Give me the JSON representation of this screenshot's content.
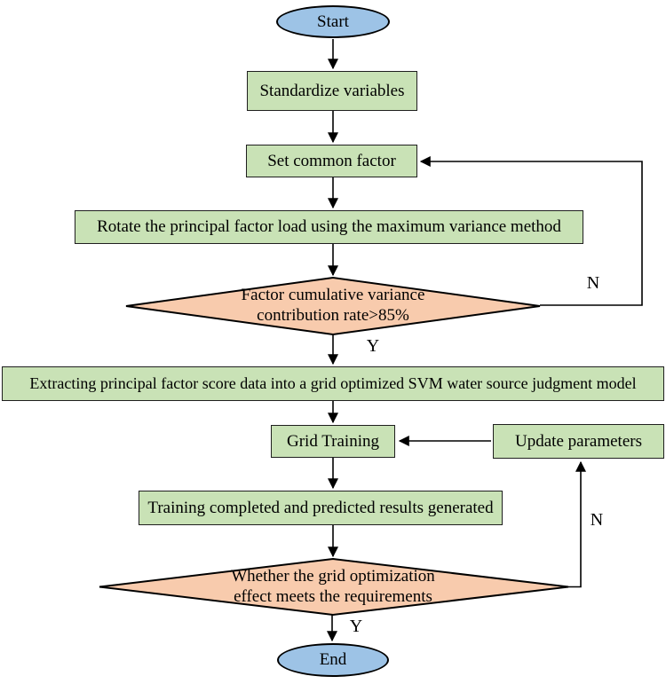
{
  "diagram": {
    "type": "flowchart",
    "background_color": "#ffffff",
    "colors": {
      "terminator_fill": "#9dc3e6",
      "process_fill": "#c9e2b6",
      "decision_fill": "#f8cbad",
      "line_color": "#000000"
    },
    "nodes": {
      "start": {
        "shape": "terminator",
        "label": "Start"
      },
      "standardize": {
        "shape": "process",
        "label": "Standardize variables"
      },
      "set_common_factor": {
        "shape": "process",
        "label": "Set common factor"
      },
      "rotate": {
        "shape": "process",
        "label": "Rotate the principal factor load using the maximum variance method"
      },
      "decision_variance": {
        "shape": "decision",
        "line1": "Factor cumulative variance",
        "line2": "contribution rate>85%"
      },
      "extract": {
        "shape": "process",
        "label": "Extracting principal factor score data into a grid optimized SVM water source judgment model"
      },
      "grid_training": {
        "shape": "process",
        "label": "Grid Training"
      },
      "update_parameters": {
        "shape": "process",
        "label": "Update parameters"
      },
      "training_completed": {
        "shape": "process",
        "label": "Training completed and predicted results generated"
      },
      "decision_grid": {
        "shape": "decision",
        "line1": "Whether the grid optimization",
        "line2": "effect meets the requirements"
      },
      "end": {
        "shape": "terminator",
        "label": "End"
      }
    },
    "branch_labels": {
      "variance_yes": "Y",
      "variance_no": "N",
      "grid_yes": "Y",
      "grid_no": "N"
    }
  }
}
